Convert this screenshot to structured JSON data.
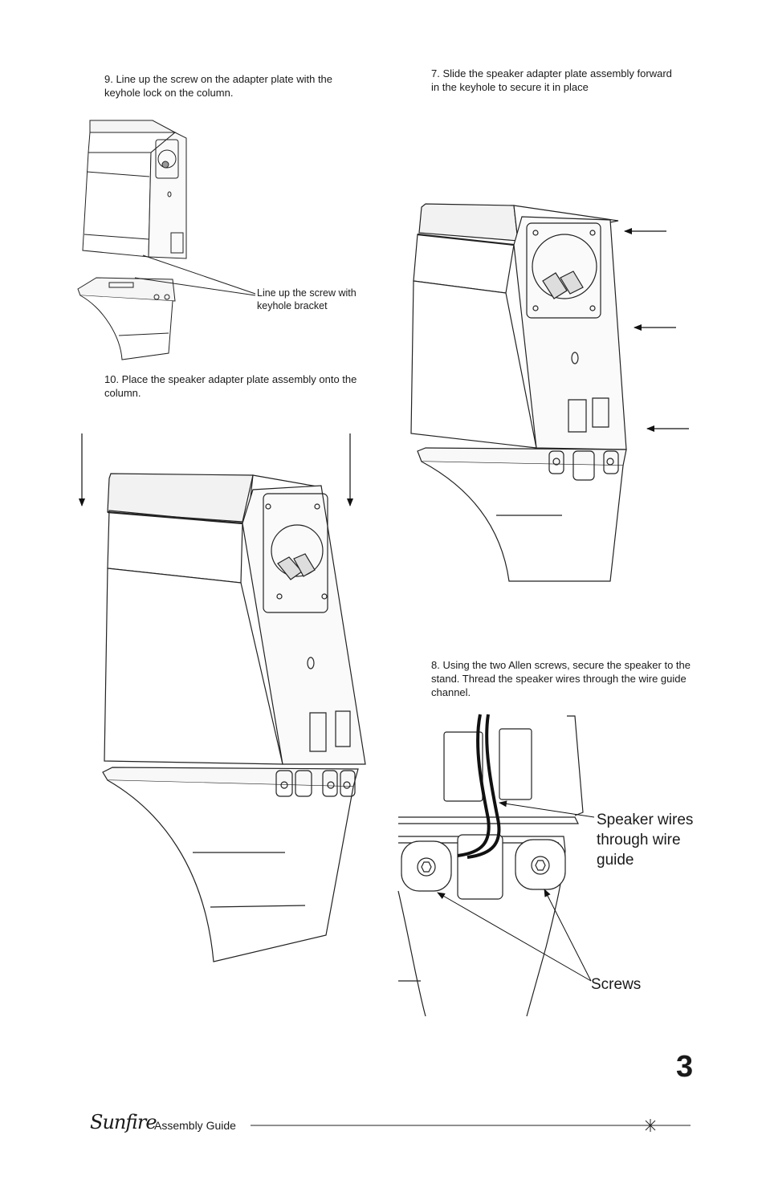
{
  "steps": {
    "step9": "9. Line up the screw on the adapter plate with the keyhole lock on the column.",
    "step7": "7. Slide the speaker adapter plate assembly forward in the keyhole to secure it in place",
    "step10": "10. Place the speaker adapter plate assembly onto the column.",
    "step8": "8. Using the two Allen screws, secure the speaker to the stand. Thread the speaker wires through the wire guide channel."
  },
  "callouts": {
    "line_up_screw": "Line up the screw with keyhole bracket",
    "speaker_wires": "Speaker wires through wire guide",
    "screws": "Screws"
  },
  "footer": {
    "page_number": "3",
    "brand": "Sunfire",
    "guide_label": "Assembly Guide"
  }
}
